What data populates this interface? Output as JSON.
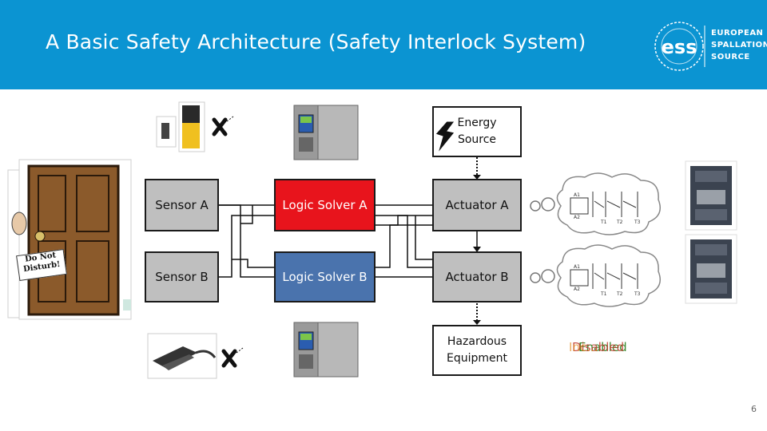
{
  "title": "A Basic Safety Architecture (Safety Interlock System)",
  "logo": {
    "mark": "ess",
    "lines": [
      "EUROPEAN",
      "SPALLATION",
      "SOURCE"
    ]
  },
  "nodes": {
    "sensor_a": "Sensor A",
    "sensor_b": "Sensor B",
    "logic_a": "Logic Solver A",
    "logic_b": "Logic Solver B",
    "actuator_a": "Actuator A",
    "actuator_b": "Actuator B",
    "energy": [
      "Energy",
      "Source"
    ],
    "hazard": [
      "Hazardous",
      "Equipment"
    ]
  },
  "door_sign": [
    "Do Not",
    "Disturb!"
  ],
  "relay_labels": [
    "A1",
    "A2",
    "T1",
    "T2",
    "T3"
  ],
  "status": [
    {
      "text": "Enabled",
      "color": "#3a8a2e"
    },
    {
      "text": "Disabled",
      "color": "#c0392b"
    },
    {
      "text": "Inc...",
      "color": "#e08a1e"
    }
  ],
  "colors": {
    "header": "#0b94d2",
    "logic_a": "#e8141c",
    "logic_b": "#4a73ad",
    "node": "#bfbfbf"
  },
  "page_number": "6"
}
